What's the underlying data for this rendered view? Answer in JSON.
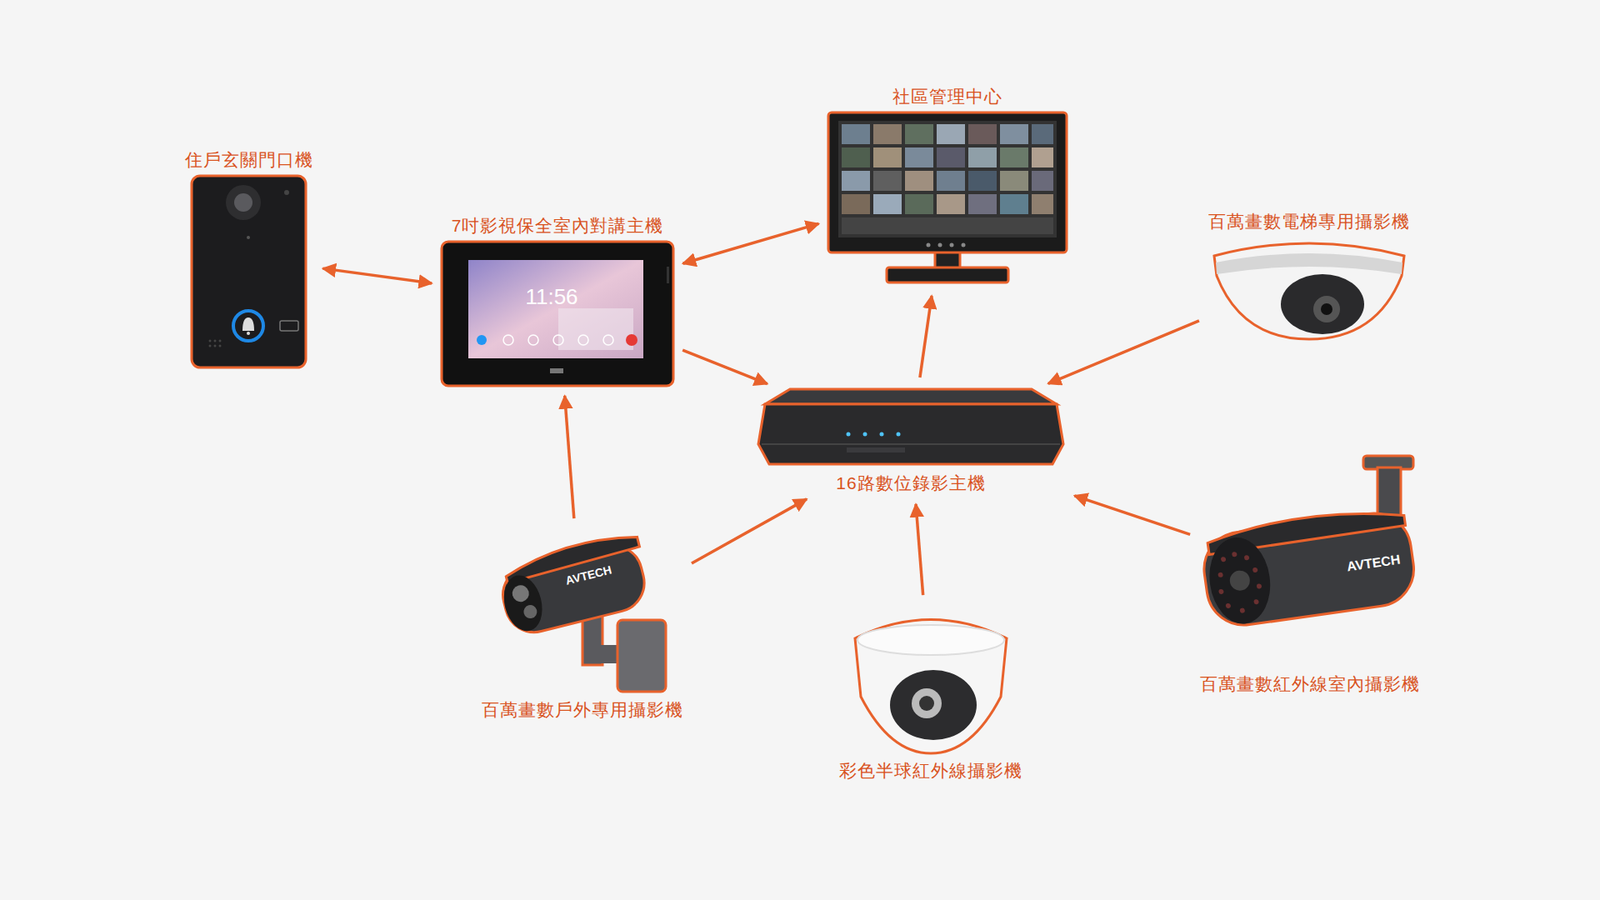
{
  "diagram": {
    "nodes": [
      {
        "text": [
          "住戶玄關門口機"
        ]
      },
      {
        "text": [
          "7吋影視保全室內對講主機"
        ]
      },
      {
        "text": [
          "社區管理中心"
        ]
      },
      {
        "text": [
          "百萬畫數電梯專用攝影機"
        ]
      },
      {
        "text": [
          "16路數位錄影主機"
        ]
      },
      {
        "text": [
          "百萬畫數戶外專用攝影機"
        ]
      },
      {
        "text": [
          "彩色半球紅外線攝影機"
        ]
      },
      {
        "text": [
          "百萬畫數紅外線室內攝影機"
        ]
      }
    ],
    "edges": [
      {
        "from": 0,
        "to": 1,
        "arrow": "both"
      },
      {
        "from": 1,
        "to": 2,
        "arrow": "both"
      },
      {
        "from": 1,
        "to": 4,
        "arrow": "to"
      },
      {
        "from": 4,
        "to": 2,
        "arrow": "to"
      },
      {
        "from": 3,
        "to": 4,
        "arrow": "to"
      },
      {
        "from": 5,
        "to": 1,
        "arrow": "to"
      },
      {
        "from": 5,
        "to": 4,
        "arrow": "to"
      },
      {
        "from": 6,
        "to": 4,
        "arrow": "to"
      },
      {
        "from": 7,
        "to": 4,
        "arrow": "to"
      }
    ],
    "labels": [
      "11:56",
      "AVTECH",
      "AVTECH"
    ]
  }
}
